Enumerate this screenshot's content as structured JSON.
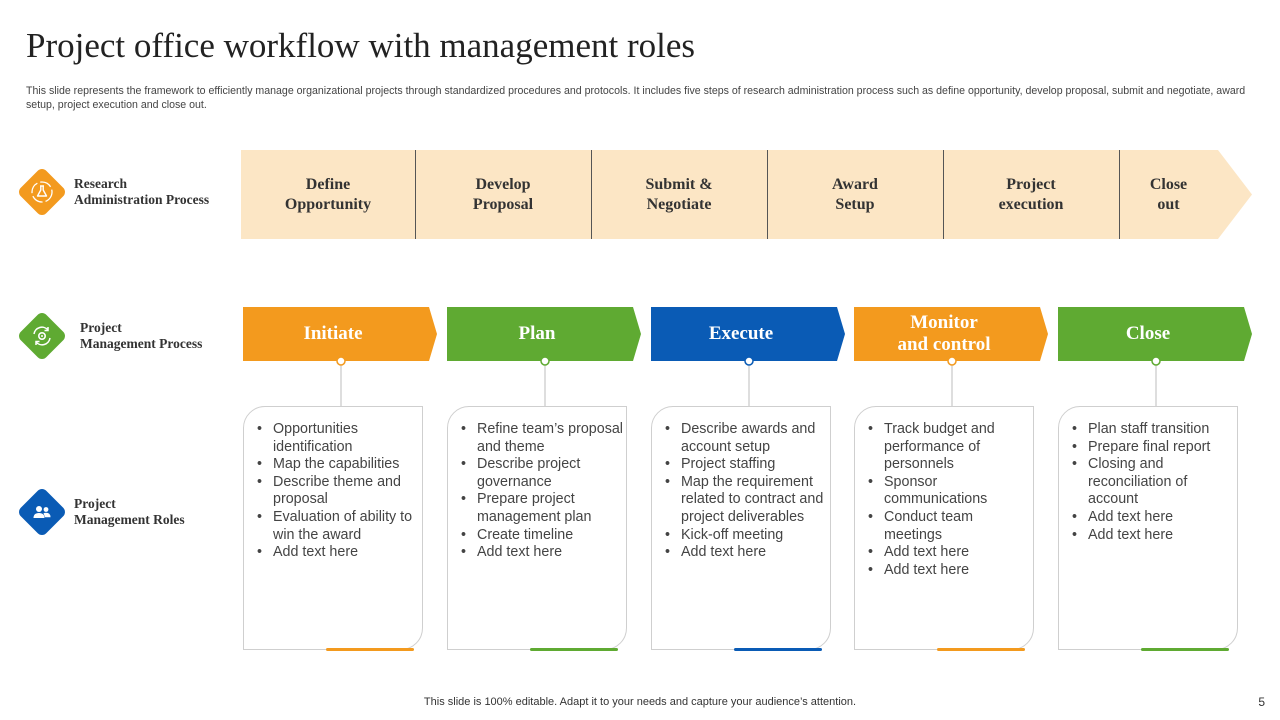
{
  "header": {
    "title": "Project office workflow with management roles",
    "subtitle": "This slide represents the framework to efficiently manage organizational projects through standardized procedures and protocols. It includes five steps of research administration process such as define opportunity, develop proposal, submit and negotiate, award setup, project execution and close out."
  },
  "rows": {
    "research": {
      "label_line1": "Research",
      "label_line2": "Administration Process",
      "color": "#F39A1E"
    },
    "project_mgmt": {
      "label_line1": "Project",
      "label_line2": "Management Process",
      "color": "#5FAA32"
    },
    "roles": {
      "label_line1": "Project",
      "label_line2": "Management Roles",
      "color": "#0A5BB5"
    }
  },
  "research_steps": [
    {
      "line1": "Define",
      "line2": "Opportunity"
    },
    {
      "line1": "Develop",
      "line2": "Proposal"
    },
    {
      "line1": "Submit &",
      "line2": "Negotiate"
    },
    {
      "line1": "Award",
      "line2": "Setup"
    },
    {
      "line1": "Project",
      "line2": "execution"
    },
    {
      "line1": "Close",
      "line2": "out"
    }
  ],
  "band_color": "#FCE6C5",
  "phases": [
    {
      "line1": "Initiate",
      "line2": "",
      "color": "#F39A1E",
      "roles": [
        "Opportunities identification",
        "Map the capabilities",
        "Describe theme and proposal",
        "Evaluation of ability to win the award",
        "Add text here"
      ]
    },
    {
      "line1": "Plan",
      "line2": "",
      "color": "#5FAA32",
      "roles": [
        "Refine team’s proposal and theme",
        "Describe project governance",
        "Prepare project management plan",
        "Create timeline",
        "Add text here"
      ]
    },
    {
      "line1": "Execute",
      "line2": "",
      "color": "#0A5BB5",
      "roles": [
        "Describe awards and account setup",
        "Project staffing",
        "Map the requirement related to contract and project deliverables",
        "Kick-off meeting",
        "Add text here"
      ]
    },
    {
      "line1": "Monitor",
      "line2": "and control",
      "color": "#F39A1E",
      "roles": [
        "Track budget and performance of personnels",
        "Sponsor communications",
        "Conduct team meetings",
        "Add text here",
        "Add text here"
      ]
    },
    {
      "line1": "Close",
      "line2": "",
      "color": "#5FAA32",
      "roles": [
        "Plan staff transition",
        "Prepare final report",
        "Closing and reconciliation of account",
        "Add text here",
        "Add text here"
      ]
    }
  ],
  "icons": {
    "research": "flask-icon",
    "project_mgmt": "gear-cycle-icon",
    "roles": "people-icon"
  },
  "footer": {
    "text": "This slide is 100% editable. Adapt it to your needs and capture your audience’s attention.",
    "page_number": "5"
  }
}
